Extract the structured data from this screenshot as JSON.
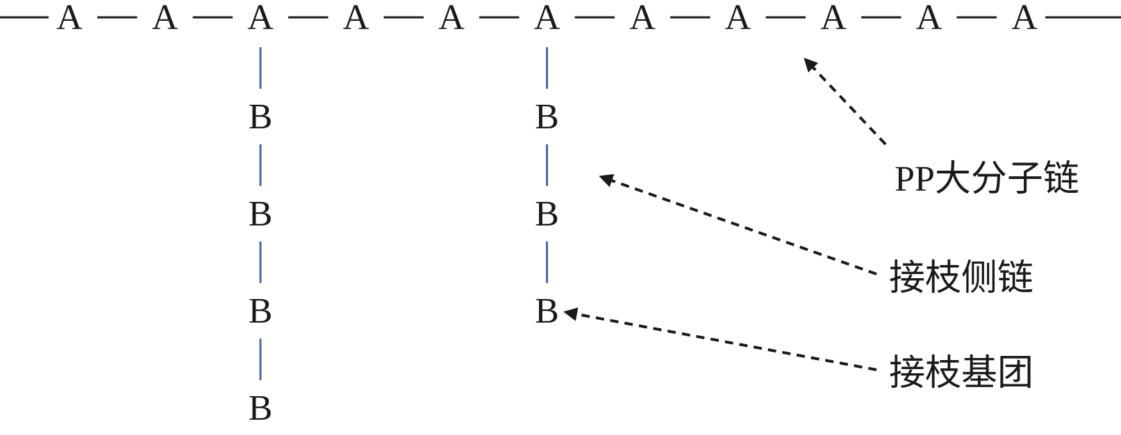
{
  "backbone": {
    "unit": "A",
    "count": 11
  },
  "side_chains": [
    {
      "attached_to": 3,
      "unit": "B",
      "count": 4
    },
    {
      "attached_to": 6,
      "unit": "B",
      "count": 3
    }
  ],
  "annotations": {
    "pp_chain": "PP大分子链",
    "graft_side_chain": "接枝侧链",
    "graft_group": "接枝基团"
  }
}
